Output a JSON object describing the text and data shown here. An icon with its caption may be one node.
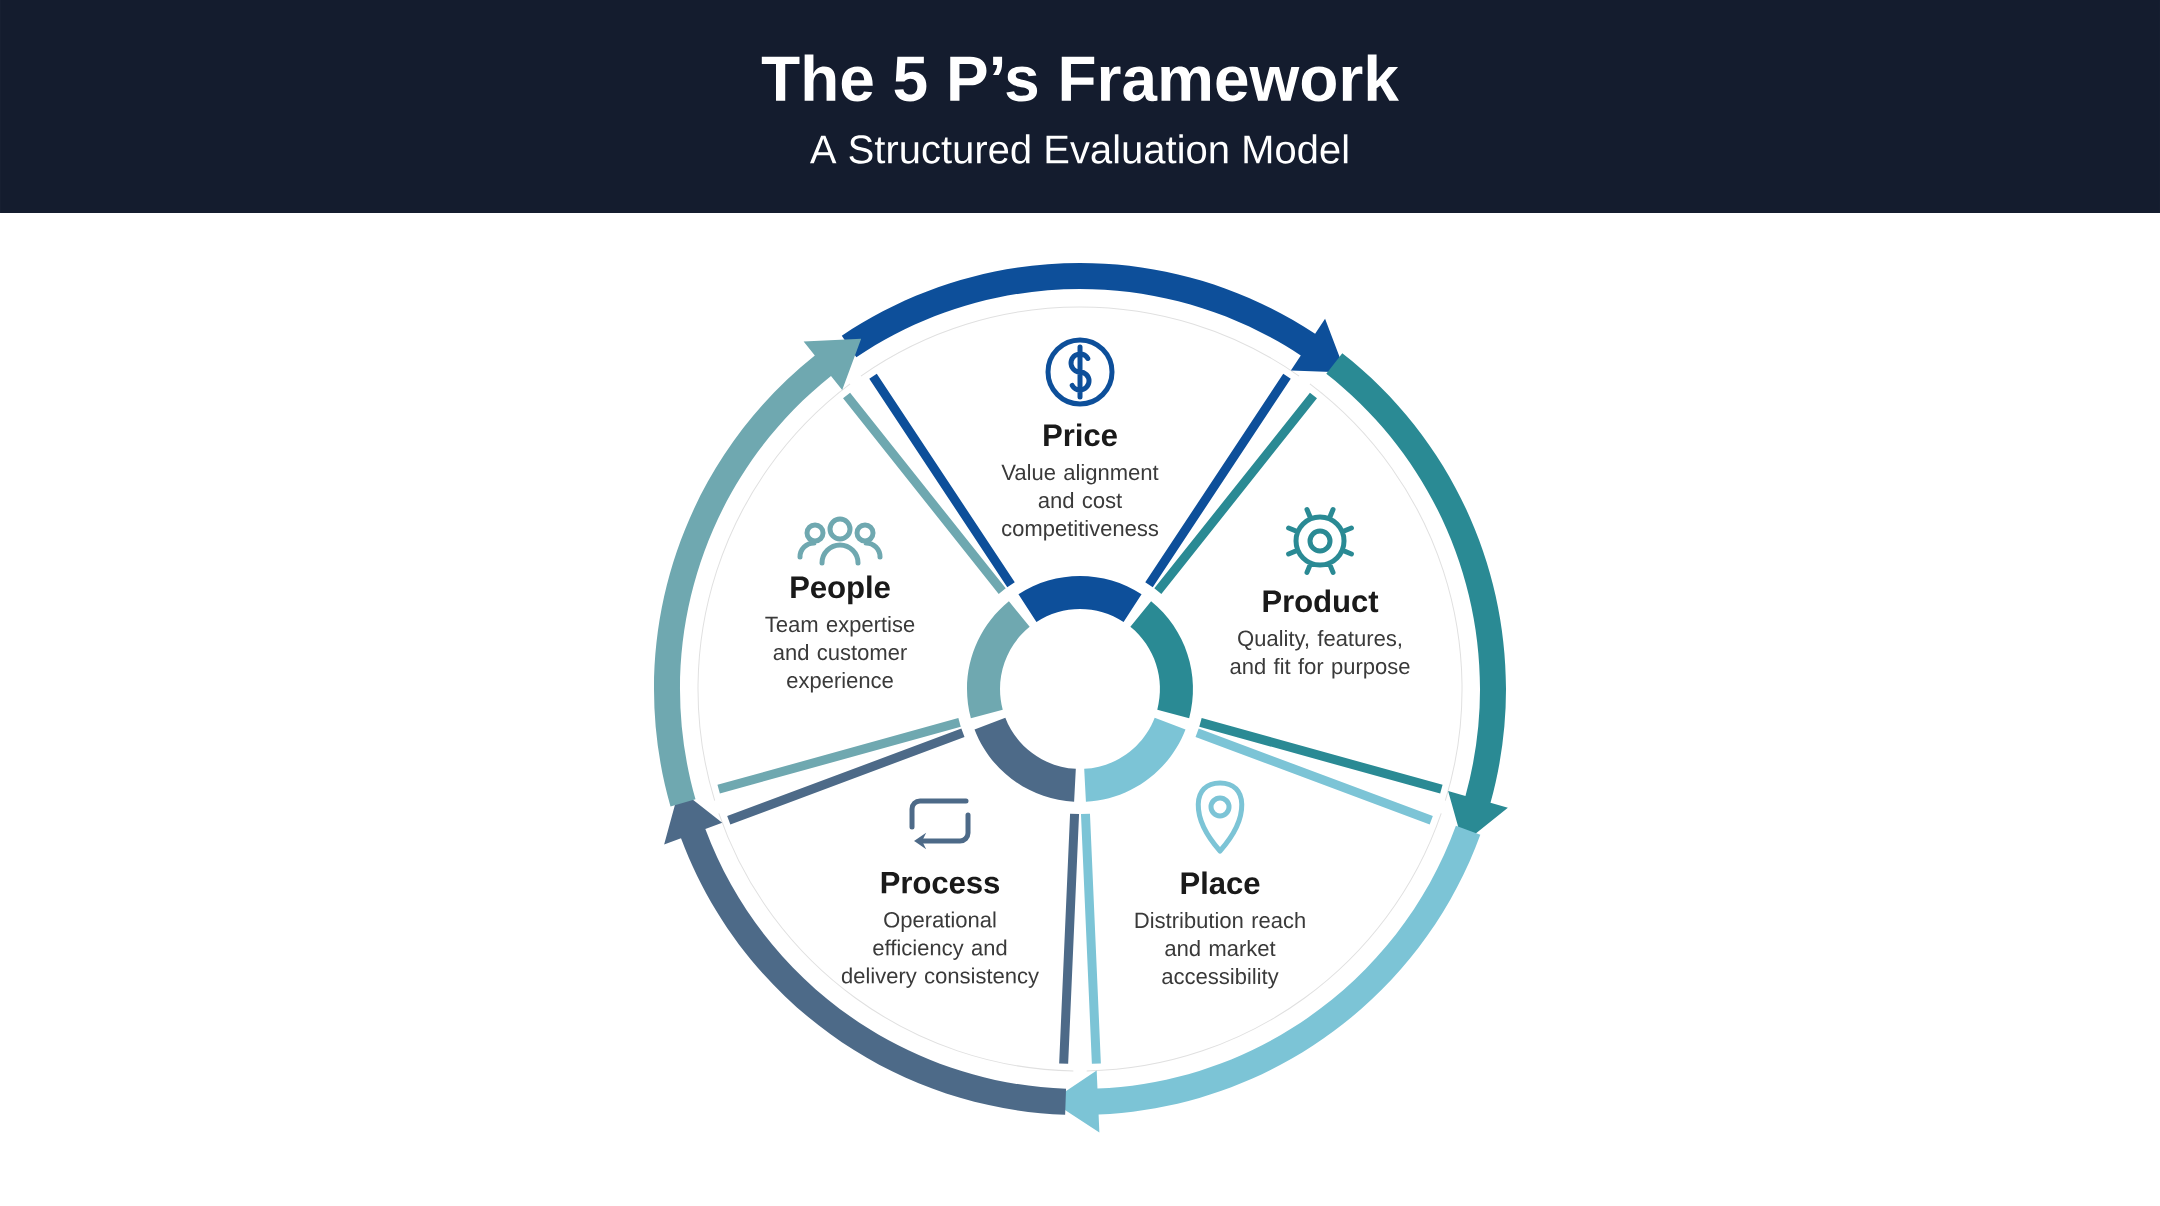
{
  "diagram": {
    "title": "The 5 P’s Framework",
    "nodes": [
      {
        "text": [
          "Price",
          "Value alignment and cost competitiveness"
        ]
      },
      {
        "text": [
          "Product",
          "Quality, features, and fit for purpose"
        ]
      },
      {
        "text": [
          "Place",
          "Distribution reach and market accessibility"
        ]
      },
      {
        "text": [
          "Process",
          "Operational efficiency and delivery consistency"
        ]
      },
      {
        "text": [
          "People",
          "Team expertise and customer experience"
        ]
      }
    ],
    "edges": [
      {
        "from": 0,
        "to": 1,
        "arrow": "to",
        "color": "#0d4f9a"
      },
      {
        "from": 1,
        "to": 2,
        "arrow": "to",
        "color": "#2a8a94"
      },
      {
        "from": 2,
        "to": 3,
        "arrow": "to",
        "color": "#7cc4d6"
      },
      {
        "from": 3,
        "to": 4,
        "arrow": "to",
        "color": "#4d6a88"
      },
      {
        "from": 4,
        "to": 0,
        "arrow": "to",
        "color": "#6fa8b0"
      }
    ],
    "labels": [
      "A Structured Evaluation Model"
    ]
  }
}
